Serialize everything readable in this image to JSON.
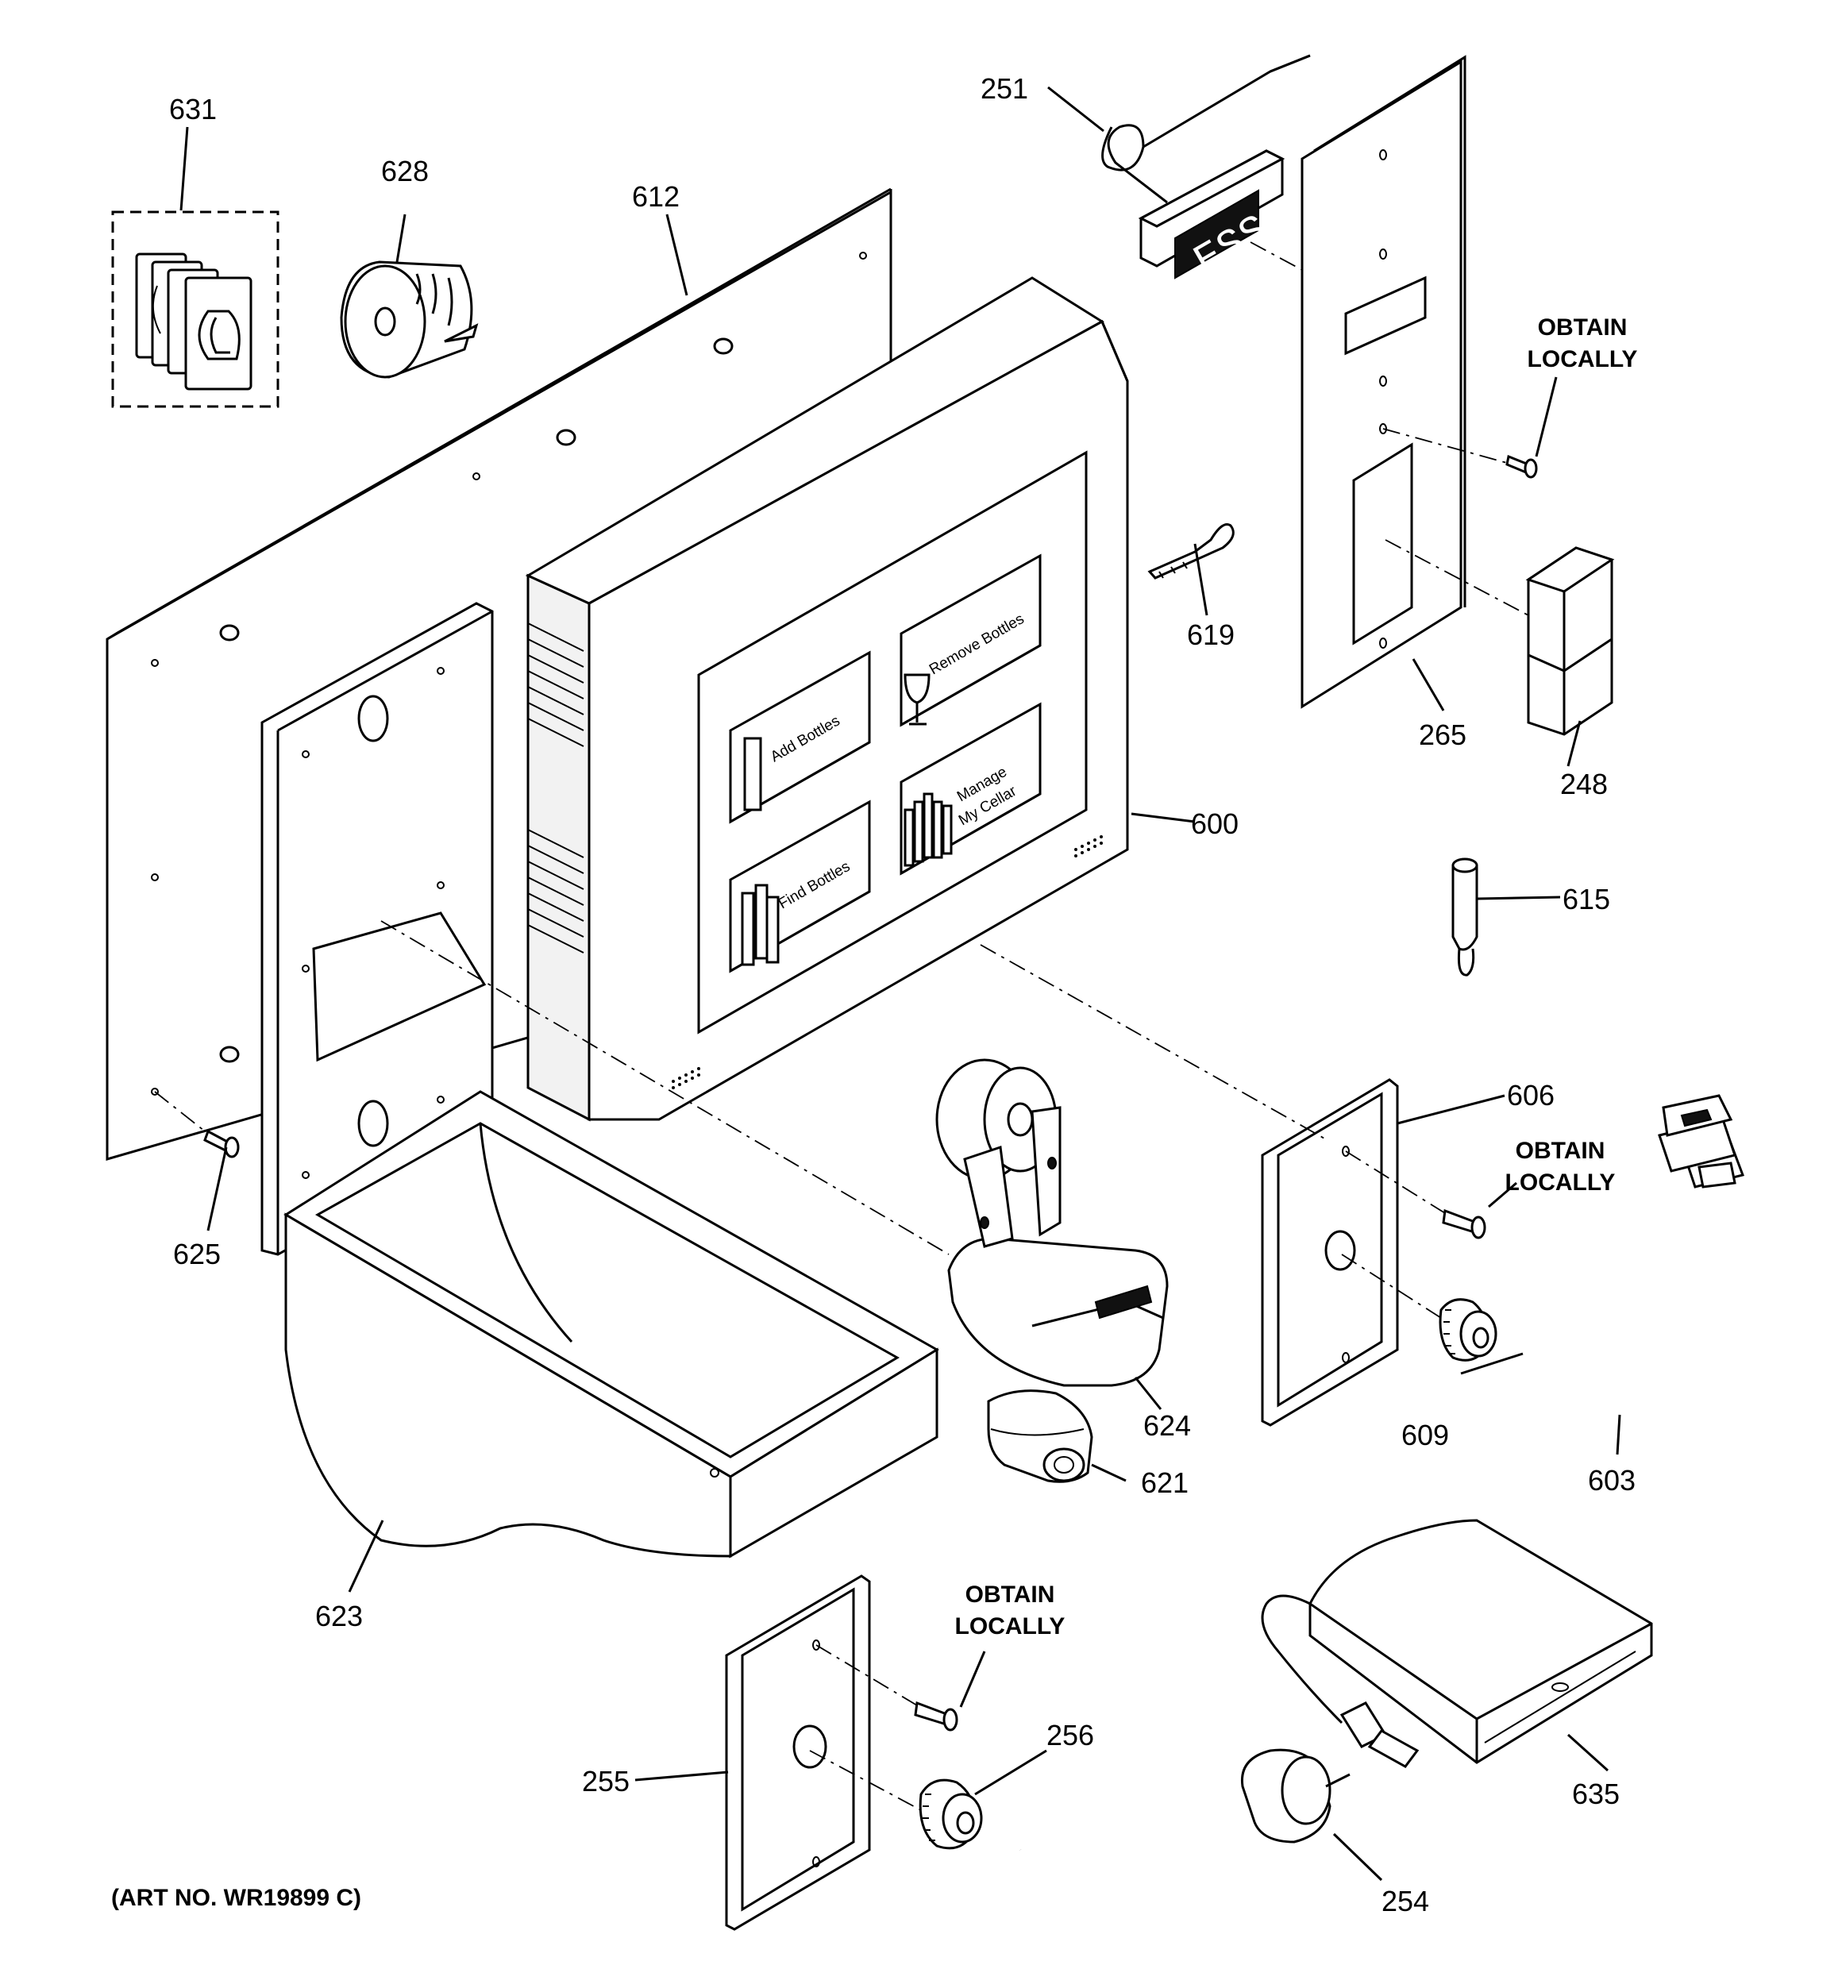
{
  "callouts": {
    "c631": "631",
    "c628": "628",
    "c612": "612",
    "c251": "251",
    "c619": "619",
    "c265": "265",
    "c248": "248",
    "c600": "600",
    "c615": "615",
    "c625": "625",
    "c606": "606",
    "c609": "609",
    "c603": "603",
    "c624": "624",
    "c621": "621",
    "c623": "623",
    "c256": "256",
    "c255": "255",
    "c254": "254",
    "c635": "635"
  },
  "notes": {
    "obtain": "OBTAIN",
    "locally": "LOCALLY"
  },
  "screen": {
    "add_bottles": "Add Bottles",
    "remove_bottles": "Remove Bottles",
    "find_bottles": "Find Bottles",
    "manage_line1": "Manage",
    "manage_line2": "My Cellar"
  },
  "footer": {
    "art_no": "(ART NO. WR19899 C)"
  }
}
